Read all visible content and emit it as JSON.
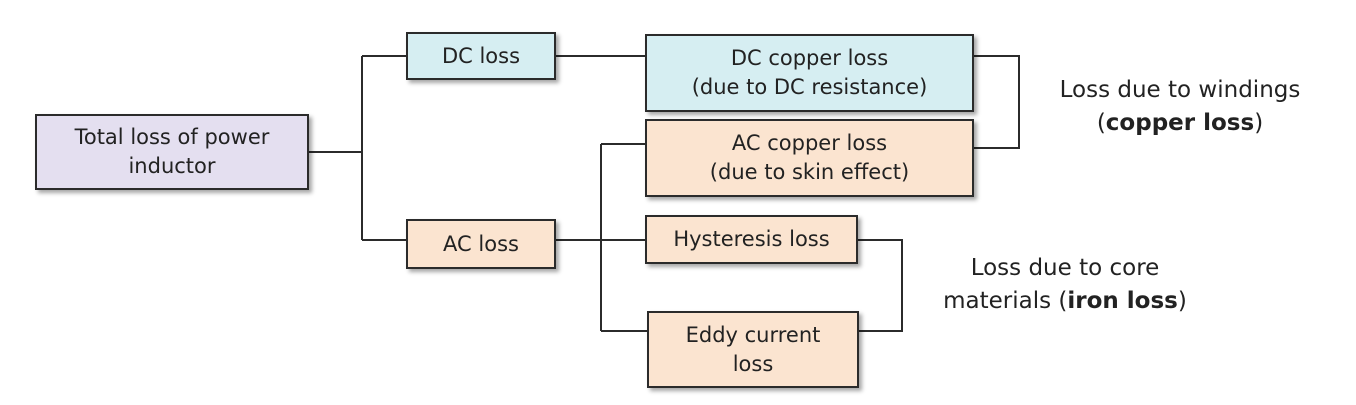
{
  "boxes": {
    "total": "Total loss of power inductor",
    "dc_loss": "DC loss",
    "ac_loss": "AC loss",
    "dc_copper_loss": {
      "line1": "DC copper loss",
      "line2": "(due to DC resistance)"
    },
    "ac_copper_loss": {
      "line1": "AC copper loss",
      "line2": "(due to skin effect)"
    },
    "hysteresis_loss": "Hysteresis loss",
    "eddy_current_loss": "Eddy current loss"
  },
  "notes": {
    "windings": {
      "line1": "Loss due to windings",
      "line2_open": "(",
      "line2_bold": "copper loss",
      "line2_close": ")"
    },
    "core": {
      "line1": "Loss due to core",
      "line2_pre": "materials (",
      "line2_bold": "iron loss",
      "line2_close": ")"
    }
  },
  "colors": {
    "total_fill": "#e4dff0",
    "dc_fill": "#d6eef2",
    "ac_fill": "#fbe4d0",
    "border": "#2b2b2b"
  }
}
